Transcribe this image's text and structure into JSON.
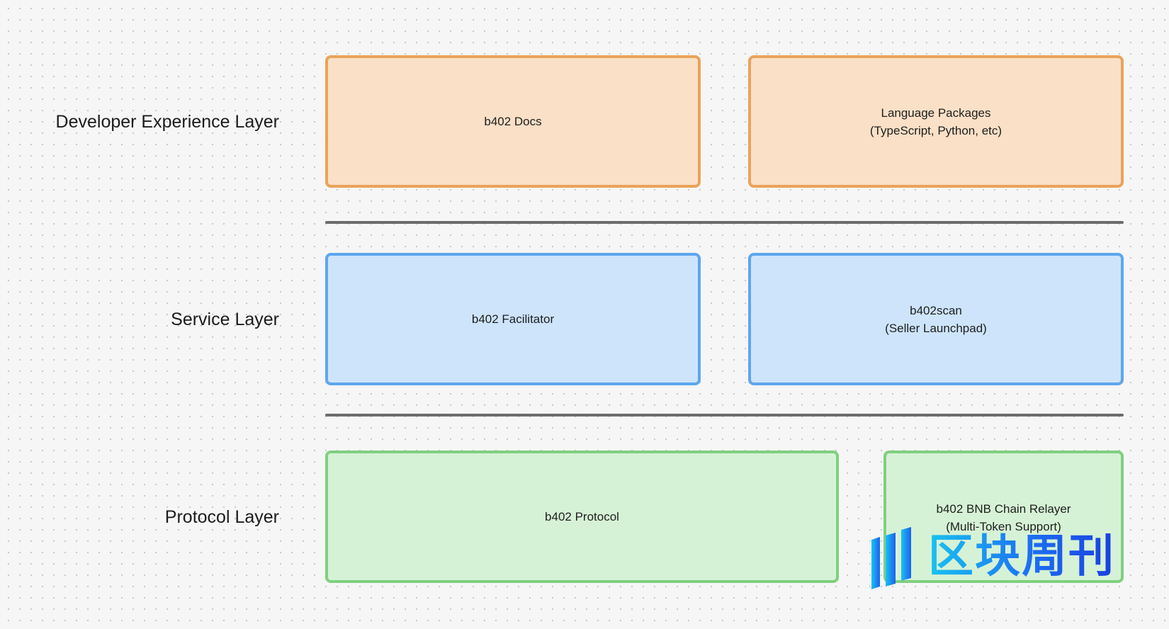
{
  "layers": {
    "developer_experience": {
      "label": "Developer Experience Layer",
      "box_left": {
        "line1": "b402 Docs"
      },
      "box_right": {
        "line1": "Language Packages",
        "line2": "(TypeScript, Python, etc)"
      }
    },
    "service": {
      "label": "Service Layer",
      "box_left": {
        "line1": "b402 Facilitator"
      },
      "box_right": {
        "line1": "b402scan",
        "line2": "(Seller Launchpad)"
      }
    },
    "protocol": {
      "label": "Protocol Layer",
      "box_left": {
        "line1": "b402 Protocol"
      },
      "box_right": {
        "line1": "b402 BNB Chain Relayer",
        "line2": "(Multi-Token Support)"
      }
    }
  },
  "colors": {
    "orange_fill": "#f9e0c7",
    "orange_border": "#eaa35a",
    "blue_fill": "#cde4fb",
    "blue_border": "#5ea6ee",
    "green_fill": "#d6f2d6",
    "green_border": "#7fd07f",
    "divider": "#6c6c6c"
  },
  "watermark": {
    "text": "区块周刊",
    "icon": "stripes-logo-icon"
  }
}
